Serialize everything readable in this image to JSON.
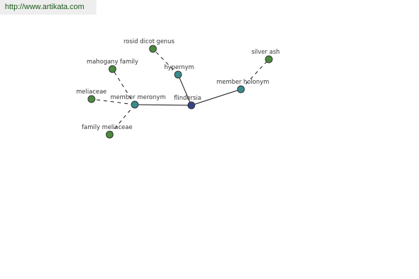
{
  "header": {
    "url_text": "http://www.artikata.com"
  },
  "colors": {
    "center": "#334488",
    "relation": "#3a8c8c",
    "leaf": "#4e8a3e",
    "edge": "#111111"
  },
  "graph": {
    "nodes": [
      {
        "id": "flindersia",
        "label": "flindersia",
        "kind": "center"
      },
      {
        "id": "hypernym",
        "label": "hypernym",
        "kind": "relation"
      },
      {
        "id": "member_holonym",
        "label": "member holonym",
        "kind": "relation"
      },
      {
        "id": "member_meronym",
        "label": "member meronym",
        "kind": "relation"
      },
      {
        "id": "rosid_dicot_genus",
        "label": "rosid dicot genus",
        "kind": "leaf"
      },
      {
        "id": "silver_ash",
        "label": "silver ash",
        "kind": "leaf"
      },
      {
        "id": "mahogany_family",
        "label": "mahogany family",
        "kind": "leaf"
      },
      {
        "id": "meliaceae",
        "label": "meliaceae",
        "kind": "leaf"
      },
      {
        "id": "family_meliaceae",
        "label": "family meliaceae",
        "kind": "leaf"
      }
    ],
    "edges": [
      {
        "from": "flindersia",
        "to": "hypernym",
        "style": "solid"
      },
      {
        "from": "flindersia",
        "to": "member_holonym",
        "style": "solid"
      },
      {
        "from": "flindersia",
        "to": "member_meronym",
        "style": "solid"
      },
      {
        "from": "hypernym",
        "to": "rosid_dicot_genus",
        "style": "dashed"
      },
      {
        "from": "member_holonym",
        "to": "silver_ash",
        "style": "dashed"
      },
      {
        "from": "member_meronym",
        "to": "mahogany_family",
        "style": "dashed"
      },
      {
        "from": "member_meronym",
        "to": "meliaceae",
        "style": "dashed"
      },
      {
        "from": "member_meronym",
        "to": "family_meliaceae",
        "style": "dashed"
      }
    ]
  }
}
